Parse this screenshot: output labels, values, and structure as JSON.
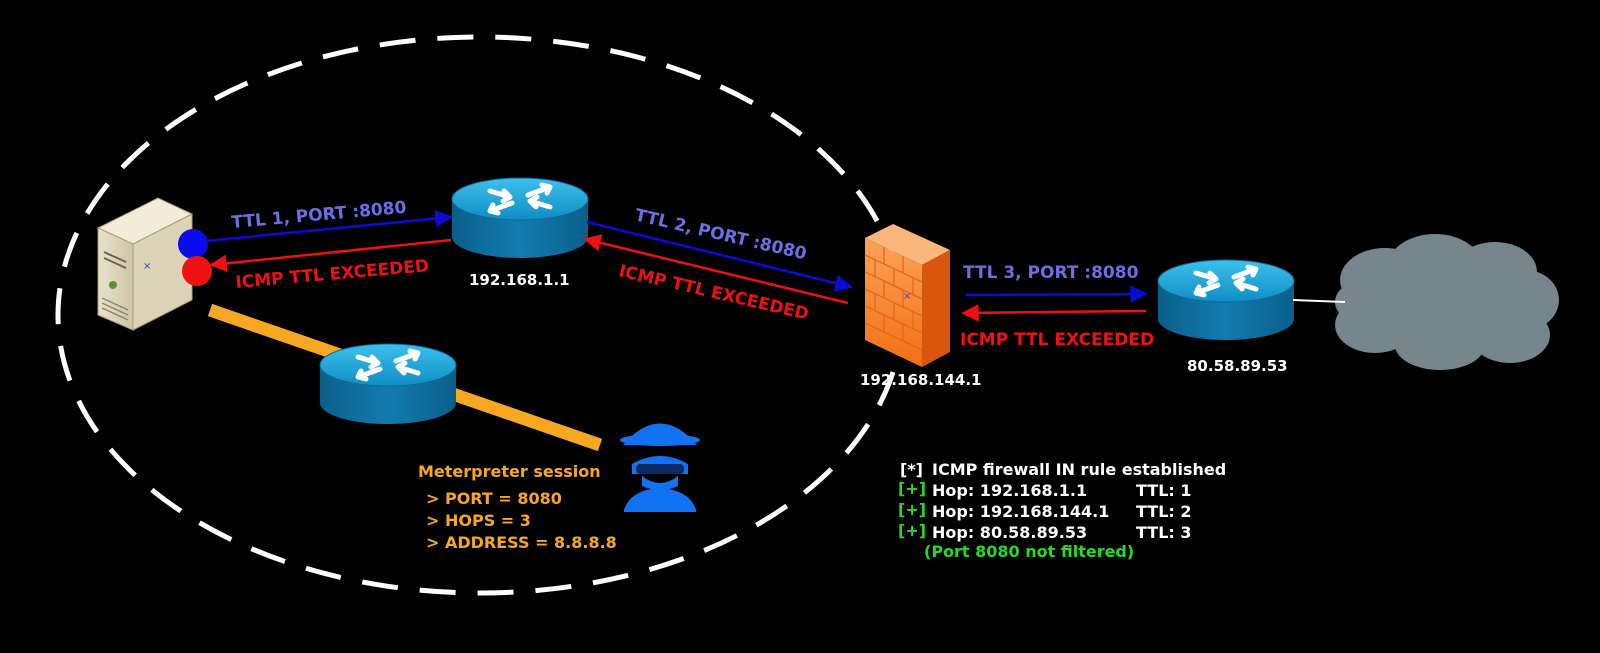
{
  "nodes": {
    "router1_ip": "192.168.1.1",
    "firewall_ip": "192.168.144.1",
    "router3_ip": "80.58.89.53"
  },
  "hops": [
    {
      "probe": "TTL 1, PORT :8080",
      "reply": "ICMP TTL EXCEEDED"
    },
    {
      "probe": "TTL 2, PORT :8080",
      "reply": "ICMP TTL EXCEEDED"
    },
    {
      "probe": "TTL 3, PORT :8080",
      "reply": "ICMP TTL EXCEEDED"
    }
  ],
  "meterpreter": {
    "title": "Meterpreter session",
    "lines": [
      "> PORT = 8080",
      "> HOPS = 3",
      "> ADDRESS = 8.8.8.8"
    ]
  },
  "output": {
    "header_prefix": "[*]",
    "header_text": "ICMP firewall IN rule established",
    "rows": [
      {
        "prefix": "[+]",
        "hop": "Hop: 192.168.1.1",
        "ttl": "TTL: 1"
      },
      {
        "prefix": "[+]",
        "hop": "Hop: 192.168.144.1",
        "ttl": "TTL: 2"
      },
      {
        "prefix": "[+]",
        "hop": "Hop: 80.58.89.53",
        "ttl": "TTL: 3"
      }
    ],
    "note": "(Port 8080 not filtered)"
  },
  "colors": {
    "probe": "#0b0bd8",
    "reply": "#ee1111",
    "probe_label": "#6e6ee6",
    "meterpreter": "#f7a823",
    "success": "#27d827",
    "router": "#1d94c4",
    "firewall": "#f7842a",
    "cloud": "#77858c"
  }
}
